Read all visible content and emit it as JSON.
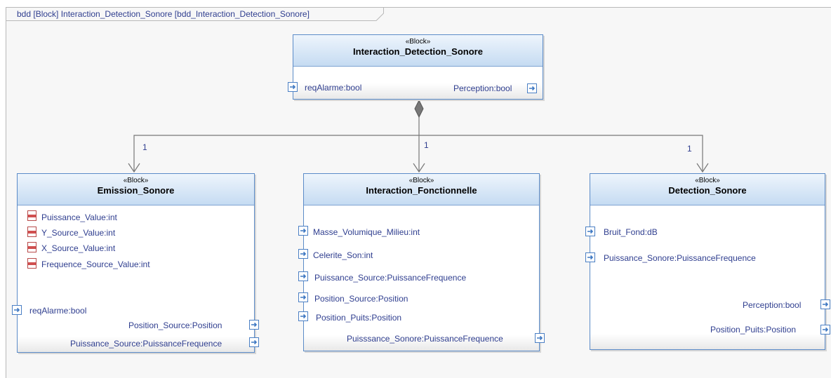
{
  "diagram": {
    "frame_title": "bdd [Block] Interaction_Detection_Sonore [bdd_Interaction_Detection_Sonore]"
  },
  "blocks": {
    "root": {
      "stereotype": "«Block»",
      "name": "Interaction_Detection_Sonore",
      "ports": [
        "reqAlarme:bool",
        "Perception:bool"
      ]
    },
    "emission": {
      "stereotype": "«Block»",
      "name": "Emission_Sonore",
      "values": [
        "Puissance_Value:int",
        "Y_Source_Value:int",
        "X_Source_Value:int",
        "Frequence_Source_Value:int"
      ],
      "ports": [
        "reqAlarme:bool",
        "Position_Source:Position",
        "Puissance_Source:PuissanceFrequence"
      ]
    },
    "interaction": {
      "stereotype": "«Block»",
      "name": "Interaction_Fonctionnelle",
      "ports": [
        "Masse_Volumique_Milieu:int",
        "Celerite_Son:int",
        "Puissance_Source:PuissanceFrequence",
        "Position_Source:Position",
        "Position_Puits:Position",
        "Puisssance_Sonore:PuissanceFrequence"
      ]
    },
    "detection": {
      "stereotype": "«Block»",
      "name": "Detection_Sonore",
      "ports": [
        "Bruit_Fond:dB",
        "Puissance_Sonore:PuissanceFrequence",
        "Perception:bool",
        "Position_Puits:Position"
      ]
    }
  },
  "associations": [
    {
      "from": "Interaction_Detection_Sonore",
      "to": "Emission_Sonore",
      "kind": "composition",
      "multiplicity": "1"
    },
    {
      "from": "Interaction_Detection_Sonore",
      "to": "Interaction_Fonctionnelle",
      "kind": "composition",
      "multiplicity": "1"
    },
    {
      "from": "Interaction_Detection_Sonore",
      "to": "Detection_Sonore",
      "kind": "composition",
      "multiplicity": "1"
    }
  ],
  "colors": {
    "block_border": "#5b8bc8",
    "header_gradient_top": "#eef5fc",
    "header_gradient_bottom": "#c5dbf2",
    "label_text": "#2f3e8f",
    "value_icon": "#d05050",
    "connector": "#777777"
  }
}
